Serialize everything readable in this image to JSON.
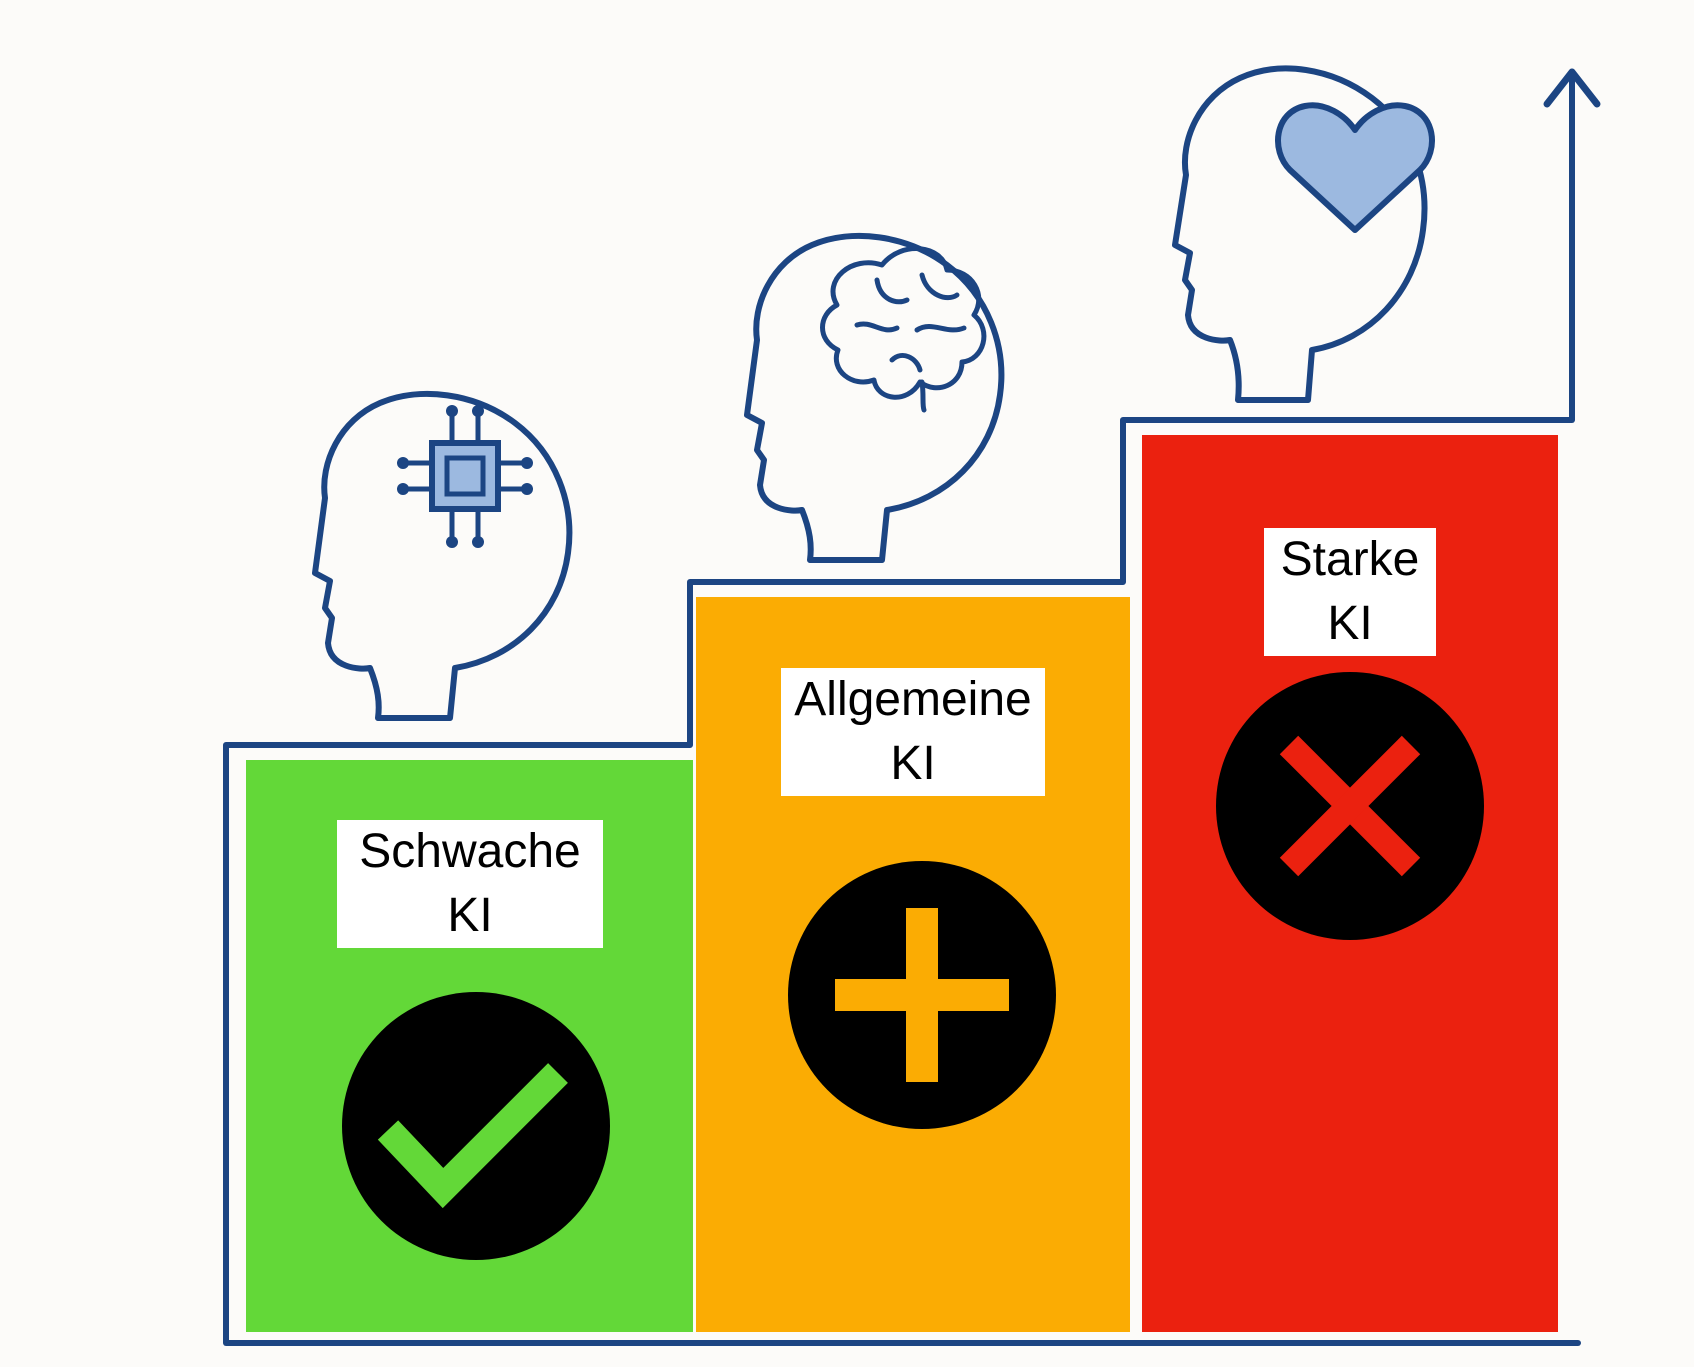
{
  "colors": {
    "outline": "#1c4583",
    "fill_light": "#9cb9e0",
    "background": "#fcfbf9",
    "weak": "#63d838",
    "general": "#fbac03",
    "strong": "#eb210f",
    "badge": "#000000",
    "label_bg": "#ffffff"
  },
  "steps": [
    {
      "id": "weak",
      "label_line1": "Schwache",
      "label_line2": "KI",
      "head_icon": "chip-icon",
      "status_icon": "checkmark-icon",
      "color": "#63d838"
    },
    {
      "id": "general",
      "label_line1": "Allgemeine",
      "label_line2": "KI",
      "head_icon": "brain-icon",
      "status_icon": "plus-icon",
      "color": "#fbac03"
    },
    {
      "id": "strong",
      "label_line1": "Starke",
      "label_line2": "KI",
      "head_icon": "heart-icon",
      "status_icon": "cross-icon",
      "color": "#eb210f"
    }
  ]
}
